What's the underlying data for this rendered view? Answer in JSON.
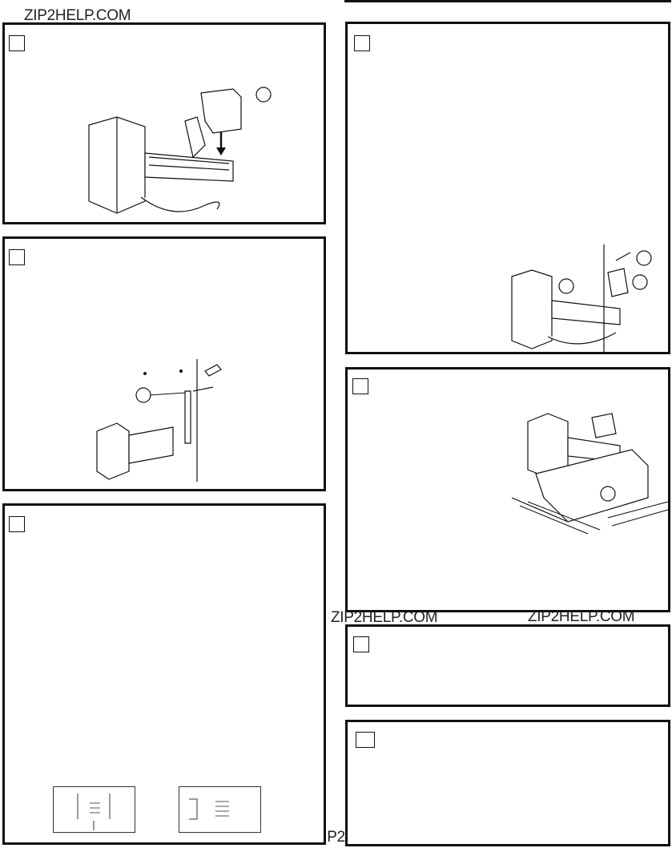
{
  "watermark": "ZIP2HELP.COM",
  "steps": [
    {
      "id": "step-1",
      "label": ""
    },
    {
      "id": "step-2",
      "label": ""
    },
    {
      "id": "step-3",
      "label": ""
    },
    {
      "id": "step-4",
      "label": ""
    },
    {
      "id": "step-5",
      "label": ""
    },
    {
      "id": "step-6",
      "label": ""
    },
    {
      "id": "step-7",
      "label": ""
    }
  ]
}
